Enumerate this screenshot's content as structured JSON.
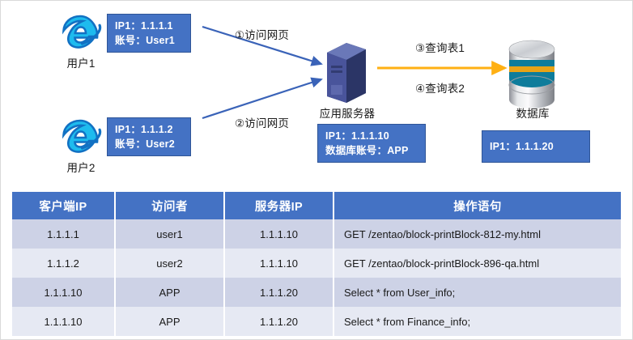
{
  "colors": {
    "accent_blue": "#4472C4",
    "arrow_blue": "#3A63B8",
    "arrow_orange": "#FFB013",
    "header_bg": "#4472C4",
    "row_dark": "#CDD2E6",
    "row_light": "#E6E9F3",
    "server_body": "#3B4A8C",
    "text": "#1A1A1A"
  },
  "diagram": {
    "nodes": [
      {
        "id": "user1",
        "icon": "internet-explorer-icon",
        "label": "用户1"
      },
      {
        "id": "user2",
        "icon": "internet-explorer-icon",
        "label": "用户2"
      },
      {
        "id": "app-server",
        "icon": "server-tower-icon",
        "label": "应用服务器"
      },
      {
        "id": "database",
        "icon": "database-cylinder-icon",
        "label": "数据库"
      }
    ],
    "info_boxes": [
      {
        "id": "user1-info",
        "lines": [
          "IP1：1.1.1.1",
          "账号：User1"
        ]
      },
      {
        "id": "user2-info",
        "lines": [
          "IP1：1.1.1.2",
          "账号：User2"
        ]
      },
      {
        "id": "server-info",
        "lines": [
          "IP1：1.1.1.10",
          "数据库账号：APP"
        ]
      },
      {
        "id": "database-info",
        "lines": [
          "IP1：1.1.1.20"
        ]
      }
    ],
    "edge_labels": [
      {
        "id": "edge-1",
        "text": "①访问网页"
      },
      {
        "id": "edge-2",
        "text": "②访问网页"
      },
      {
        "id": "edge-3",
        "text": "③查询表1"
      },
      {
        "id": "edge-4",
        "text": "④查询表2"
      }
    ]
  },
  "table": {
    "columns": [
      "客户端IP",
      "访问者",
      "服务器IP",
      "操作语句"
    ],
    "rows": [
      [
        "1.1.1.1",
        "user1",
        "1.1.1.10",
        "GET  /zentao/block-printBlock-812-my.html"
      ],
      [
        "1.1.1.2",
        "user2",
        "1.1.1.10",
        "GET  /zentao/block-printBlock-896-qa.html"
      ],
      [
        "1.1.1.10",
        "APP",
        "1.1.1.20",
        "Select  *  from  User_info;"
      ],
      [
        "1.1.1.10",
        "APP",
        "1.1.1.20",
        "Select  *  from  Finance_info;"
      ]
    ]
  }
}
